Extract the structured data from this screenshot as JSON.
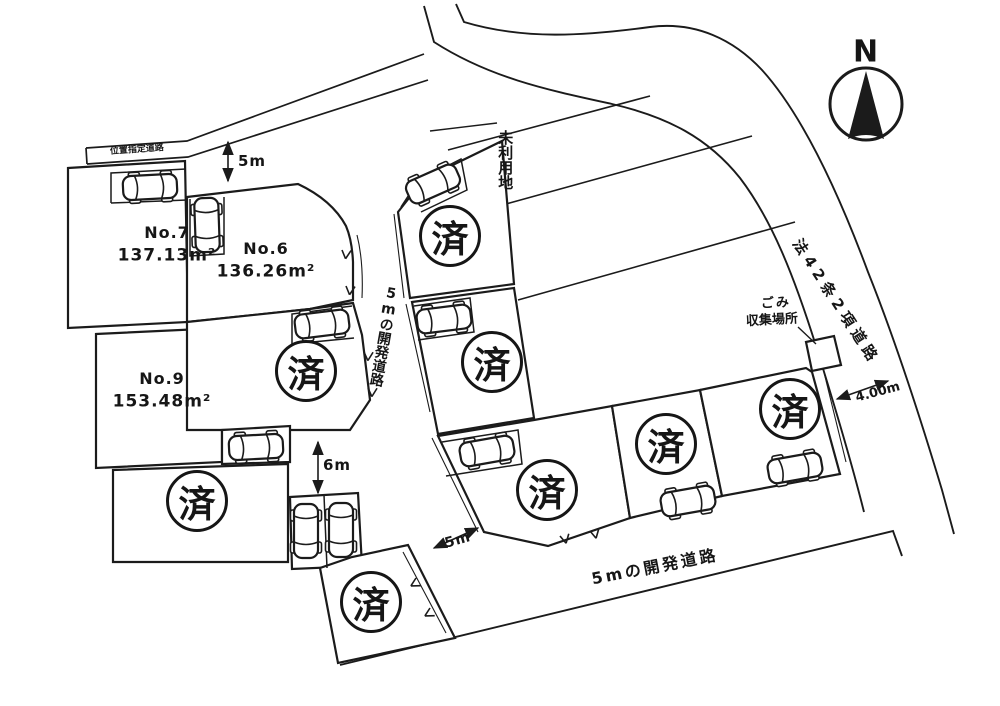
{
  "compass": {
    "north_label": "N"
  },
  "lots": [
    {
      "number": "No.7",
      "area": "137.13m²"
    },
    {
      "number": "No.6",
      "area": "136.26m²"
    },
    {
      "number": "No.9",
      "area": "153.48m²"
    }
  ],
  "sold_seal_text": "済",
  "sold_seal_count": 8,
  "roads": {
    "top_left_label": "位置指定道路",
    "central_label": "5mの開発道路",
    "bottom_label": "5mの開発道路",
    "right_label": "法42条2項道路"
  },
  "annotations": {
    "unused_land": "未利用地",
    "garbage_line1": "ごみ",
    "garbage_line2": "収集場所"
  },
  "dimensions": {
    "top_offset": "5m",
    "center_road": "6m",
    "bottom_road": "5m",
    "right_road_width": "4.00m"
  },
  "colors": {
    "ink": "#1b1b1b",
    "paper": "#ffffff"
  }
}
